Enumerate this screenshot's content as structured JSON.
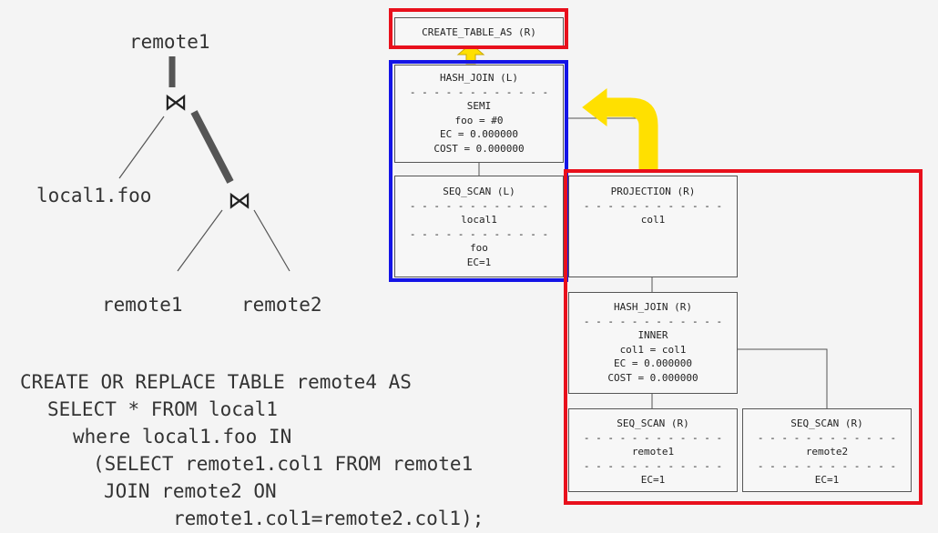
{
  "tree": {
    "root_label": "remote1",
    "join_symbol": "⋈",
    "left_leaf": "local1.foo",
    "bottom_left_leaf": "remote1",
    "bottom_right_leaf": "remote2"
  },
  "sql": {
    "lines": [
      "CREATE OR REPLACE TABLE remote4 AS",
      "SELECT * FROM local1",
      "where local1.foo IN",
      "(SELECT remote1.col1 FROM remote1",
      "JOIN remote2 ON",
      "remote1.col1=remote2.col1);"
    ]
  },
  "plan": {
    "create_table": {
      "title": "CREATE_TABLE_AS (R)"
    },
    "hash_join_l": {
      "title": "HASH_JOIN (L)",
      "separator": "- - - - - - - - - - - -",
      "lines": [
        "SEMI",
        "foo = #0",
        "EC = 0.000000",
        "COST = 0.000000"
      ]
    },
    "seq_scan_l": {
      "title": "SEQ_SCAN (L)",
      "separator": "- - - - - - - - - - - -",
      "table": "local1",
      "lines": [
        "foo",
        "EC=1"
      ]
    },
    "projection_r": {
      "title": "PROJECTION (R)",
      "separator": "- - - - - - - - - - - -",
      "lines": [
        "col1"
      ]
    },
    "hash_join_r": {
      "title": "HASH_JOIN (R)",
      "separator": "- - - - - - - - - - - -",
      "lines": [
        "INNER",
        "col1 = col1",
        "EC = 0.000000",
        "COST = 0.000000"
      ]
    },
    "seq_scan_r1": {
      "title": "SEQ_SCAN (R)",
      "separator": "- - - - - - - - - - - -",
      "table": "remote1",
      "lines": [
        "EC=1"
      ]
    },
    "seq_scan_r2": {
      "title": "SEQ_SCAN (R)",
      "separator": "- - - - - - - - - - - -",
      "table": "remote2",
      "lines": [
        "EC=1"
      ]
    }
  },
  "colors": {
    "remote_highlight": "#e8101c",
    "local_highlight": "#1414e6",
    "arrow": "#ffe000",
    "arrow_outline": "#c9a800"
  }
}
